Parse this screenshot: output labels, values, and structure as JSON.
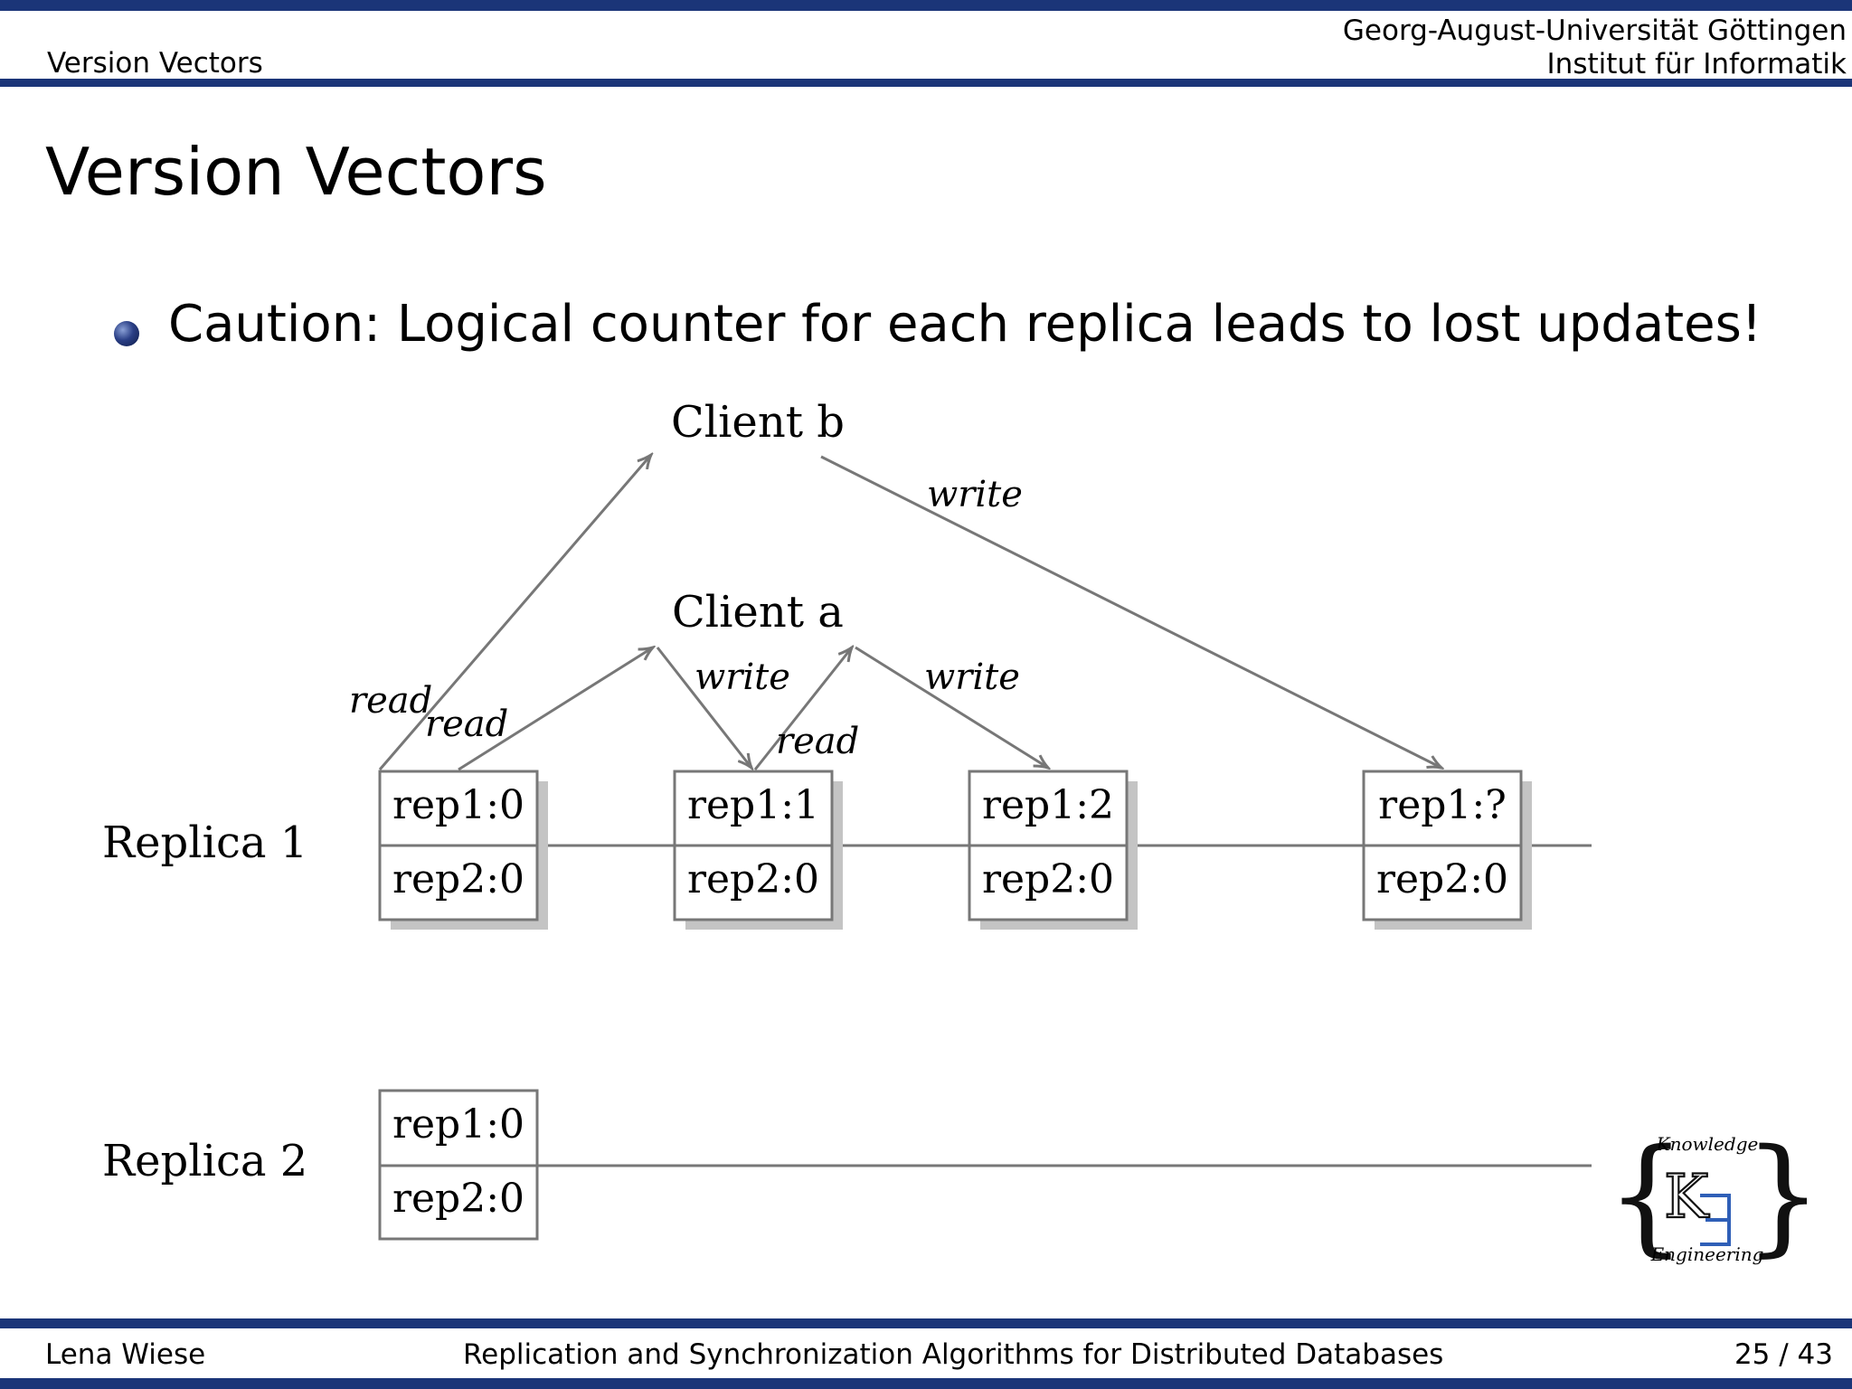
{
  "header": {
    "section": "Version Vectors",
    "university": "Georg-August-Universität Göttingen",
    "institute": "Institut für Informatik"
  },
  "slide": {
    "title": "Version Vectors",
    "bullet": "Caution: Logical counter for each replica leads to lost updates!"
  },
  "diagram": {
    "clients": [
      "Client b",
      "Client a"
    ],
    "replicas": [
      "Replica 1",
      "Replica 2"
    ],
    "edge_labels": [
      "read",
      "read",
      "write",
      "read",
      "write",
      "write"
    ],
    "replica1_boxes": [
      {
        "top": "rep1:0",
        "bottom": "rep2:0"
      },
      {
        "top": "rep1:1",
        "bottom": "rep2:0"
      },
      {
        "top": "rep1:2",
        "bottom": "rep2:0"
      },
      {
        "top": "rep1:?",
        "bottom": "rep2:0"
      }
    ],
    "replica2_boxes": [
      {
        "top": "rep1:0",
        "bottom": "rep2:0"
      }
    ]
  },
  "logo": {
    "top_text": "Knowledge",
    "letter": "K",
    "bottom_text": "Engineering"
  },
  "footer": {
    "author": "Lena Wiese",
    "talk": "Replication and Synchronization Algorithms for Distributed Databases",
    "page": "25 / 43"
  },
  "colors": {
    "bar": "#1b3578",
    "line": "#777777",
    "shadow": "#c4c4c4",
    "logo_accent": "#2f5fb7"
  }
}
